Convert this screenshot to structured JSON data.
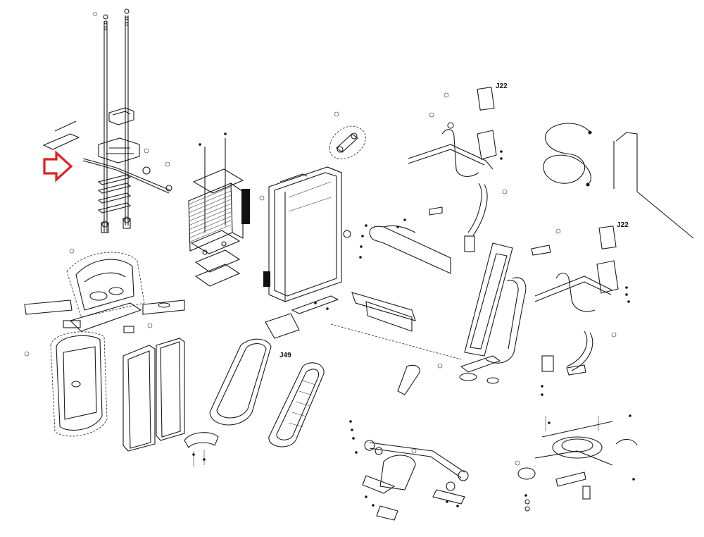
{
  "diagram": {
    "callouts": [
      {
        "id": "c1",
        "text": "J22"
      },
      {
        "id": "c2",
        "text": "J22"
      },
      {
        "id": "c3",
        "text": "J49"
      }
    ],
    "arrow_color": "#e0201e",
    "line_color": "#1a1a1a"
  }
}
